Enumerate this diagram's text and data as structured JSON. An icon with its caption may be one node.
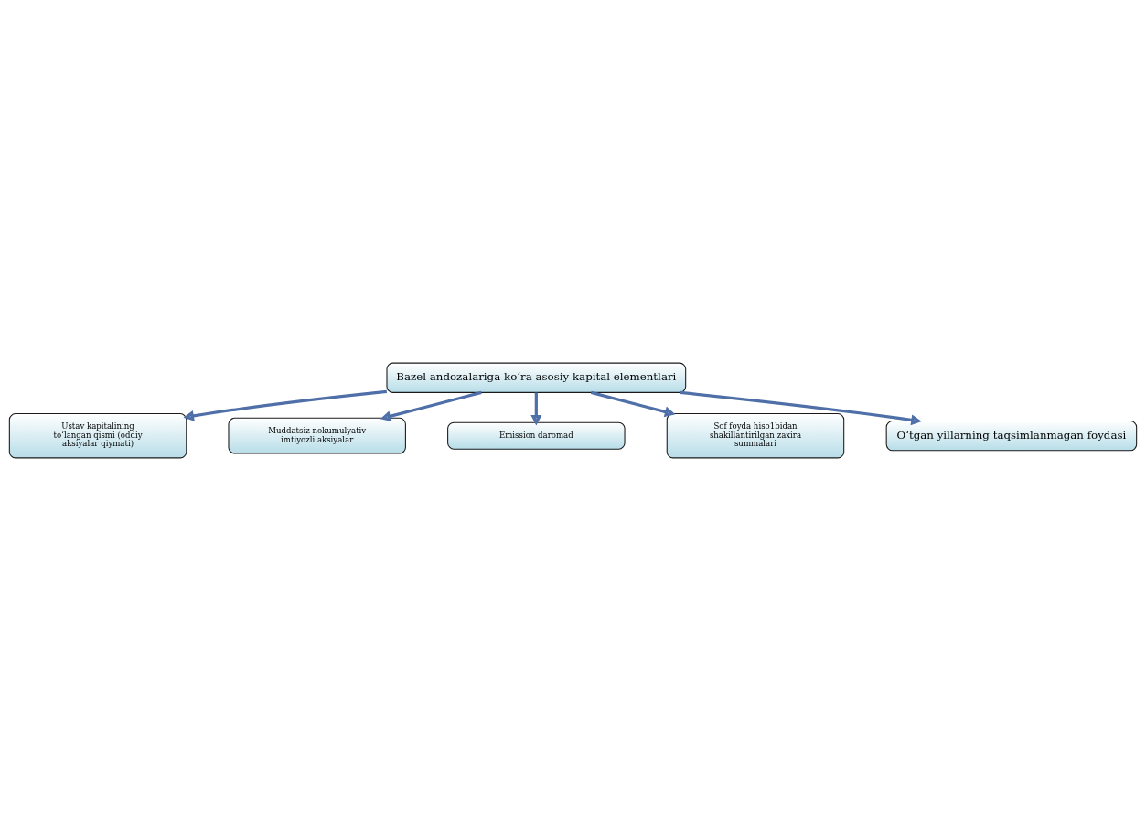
{
  "diagram": {
    "nodes": [
      {
        "text": [
          "Bazel andozalariga ko‘ra asosiy kapital elementlari"
        ]
      },
      {
        "text": [
          "Ustav kapitalining to‘langan qismi (oddiy aksiyalar qiymati)"
        ]
      },
      {
        "text": [
          "Muddatsiz nokumulyativ imtiyozli aksiyalar"
        ]
      },
      {
        "text": [
          "Emission daromad"
        ]
      },
      {
        "text": [
          "Sof foyda hiso1bidan shakillantirilgan zaxira summalari"
        ]
      },
      {
        "text": [
          "O‘tgan yillarning taqsimlanmagan foydasi"
        ]
      }
    ],
    "edges": [
      {
        "from": 0,
        "to": 1,
        "arrow": "to"
      },
      {
        "from": 0,
        "to": 2,
        "arrow": "to"
      },
      {
        "from": 0,
        "to": 3,
        "arrow": "to"
      },
      {
        "from": 0,
        "to": 4,
        "arrow": "to"
      },
      {
        "from": 0,
        "to": 5,
        "arrow": "to"
      }
    ]
  }
}
